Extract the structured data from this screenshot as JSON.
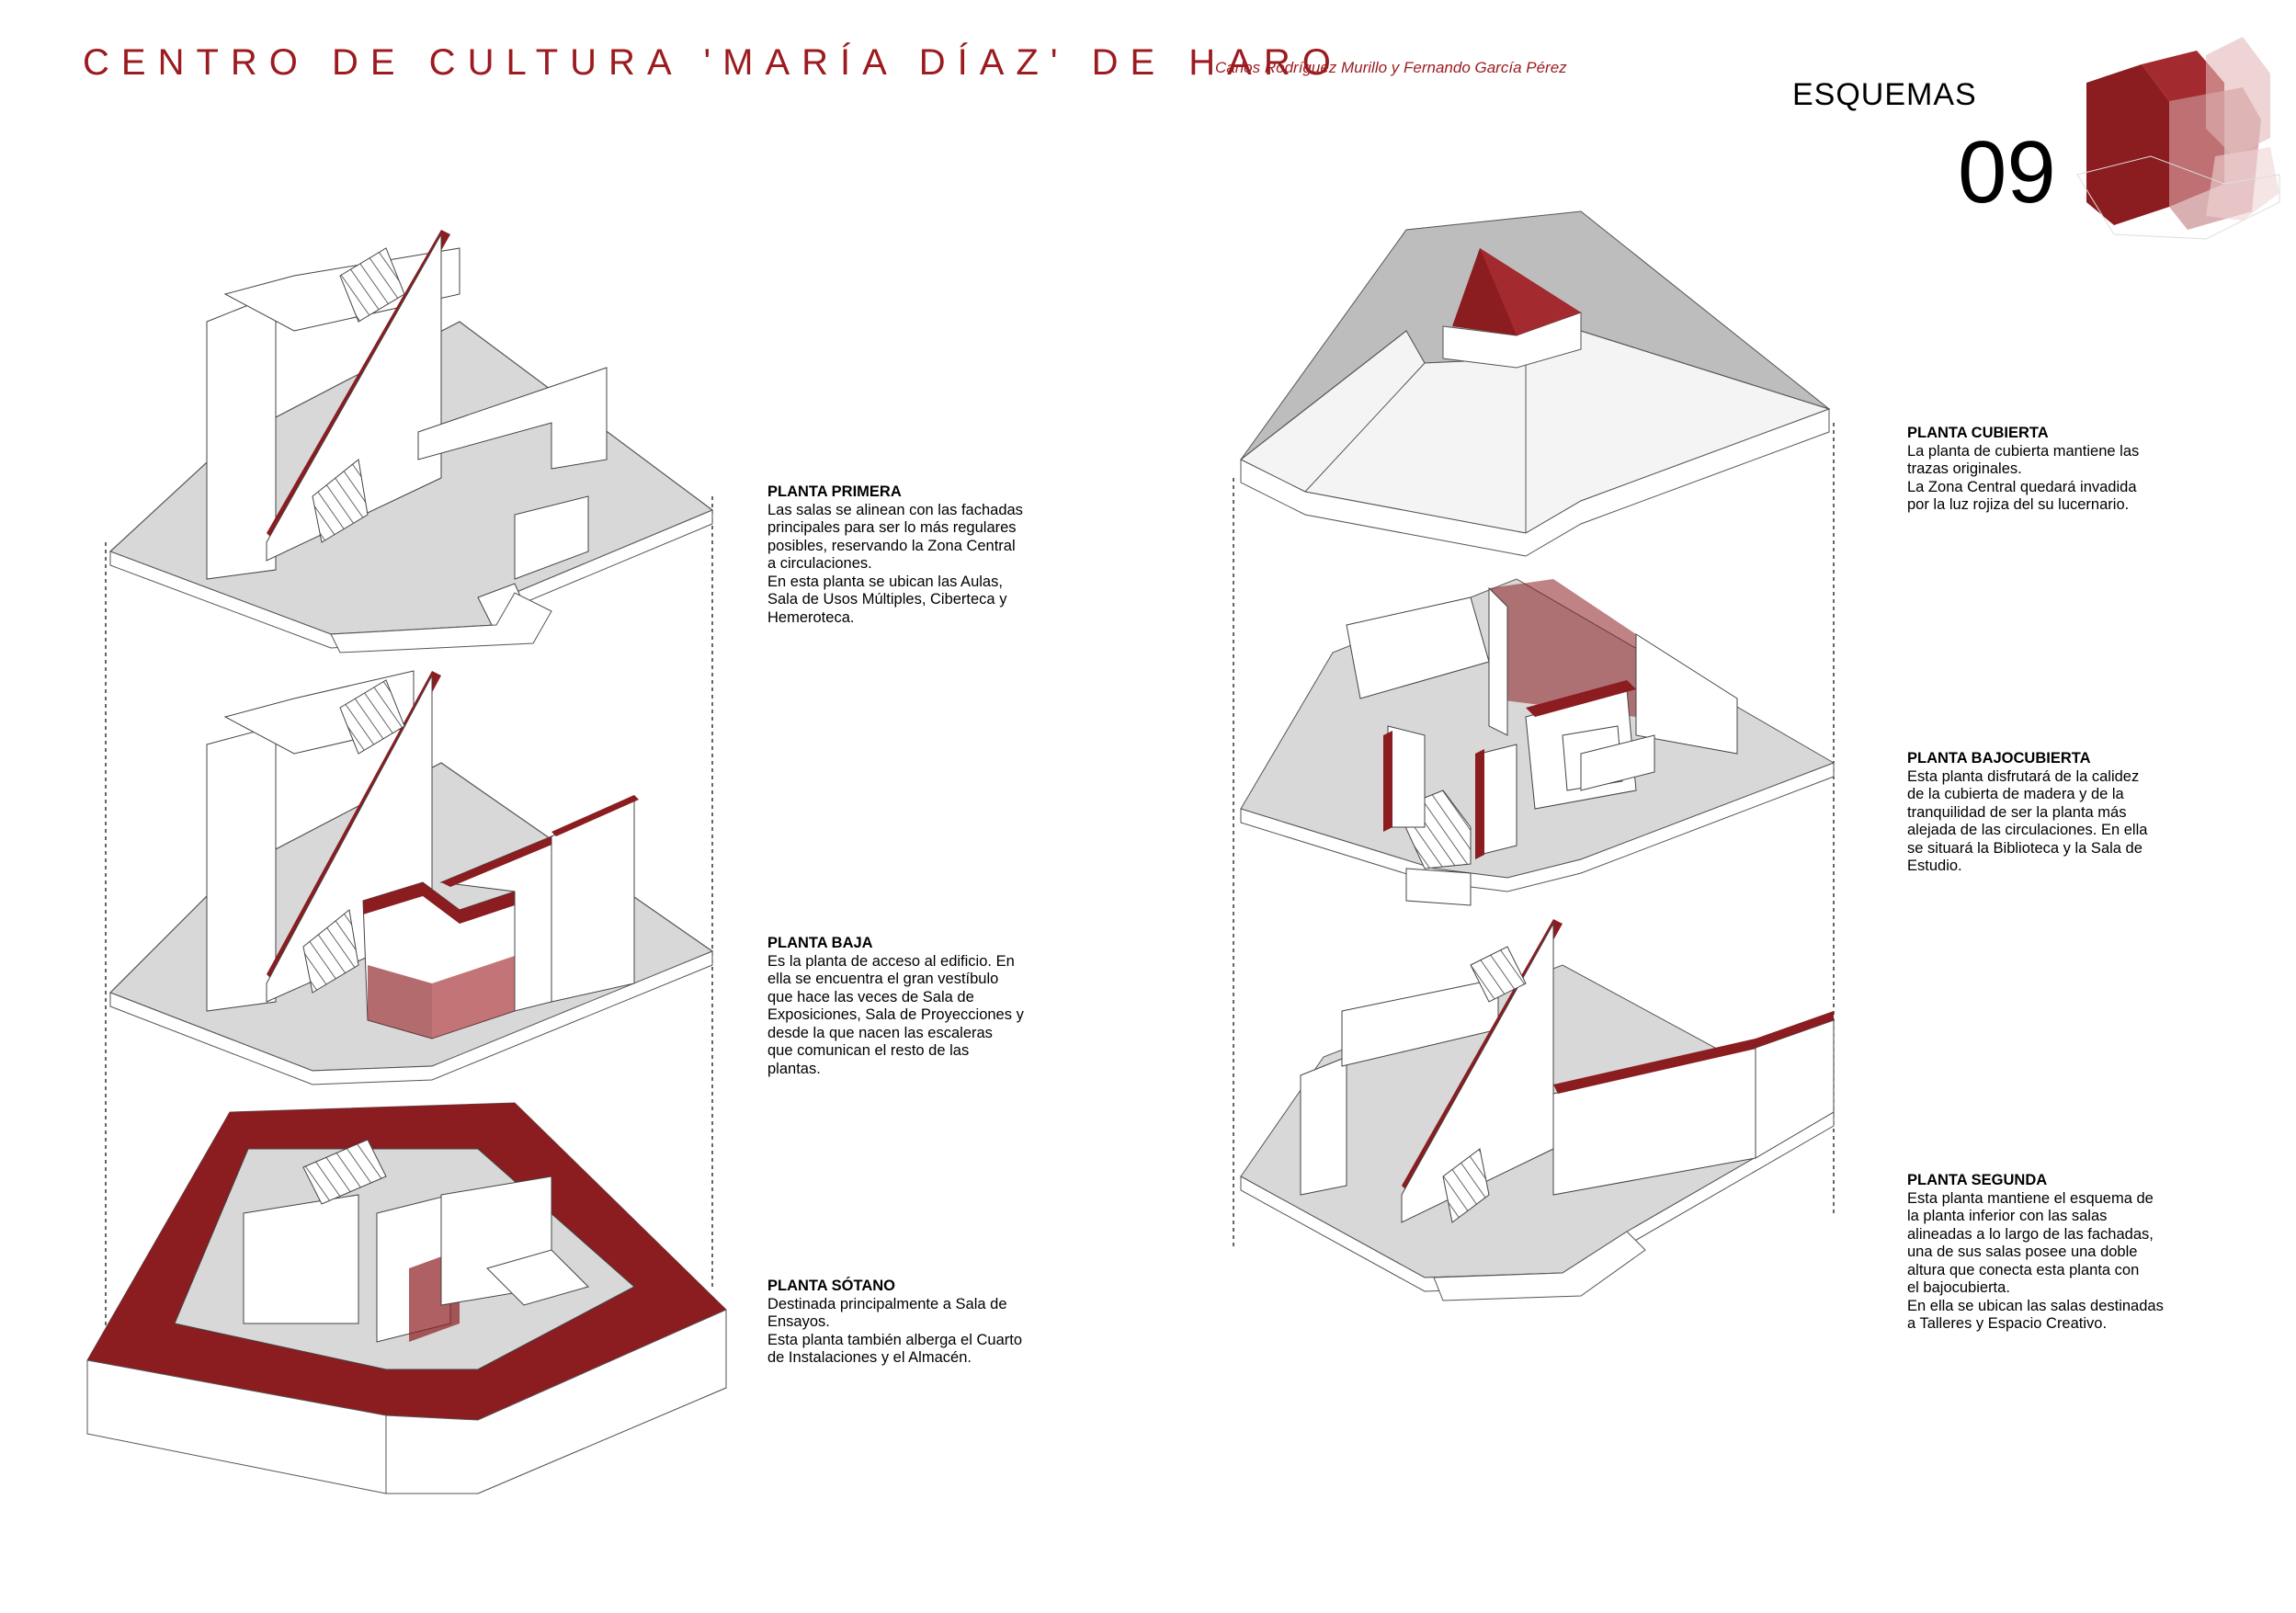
{
  "header": {
    "title": "CENTRO DE CULTURA 'MARÍA DÍAZ' DE HARO",
    "authors": "Carlos Rodríguez Murillo y Fernando García Pérez",
    "section": "ESQUEMAS",
    "number": "09"
  },
  "colors": {
    "accent": "#8b1c20",
    "wall": "#ffffff",
    "floor": "#dcdcdc",
    "roof": "#bdbdbd"
  },
  "descriptions": [
    {
      "id": "primera",
      "heading": "PLANTA PRIMERA",
      "text": "Las salas se alinean con las fachadas\nprincipales para ser lo más regulares\nposibles, reservando la Zona Central\na circulaciones.\nEn esta planta se ubican las Aulas,\nSala de Usos Múltiples, Ciberteca y\nHemeroteca."
    },
    {
      "id": "baja",
      "heading": "PLANTA BAJA",
      "text": "Es la planta de acceso al edificio. En\nella se encuentra el gran vestíbulo\nque hace las veces de Sala de\nExposiciones, Sala de Proyecciones y\ndesde la que nacen las escaleras\nque comunican el resto de las\nplantas."
    },
    {
      "id": "sotano",
      "heading": "PLANTA SÓTANO",
      "text": "Destinada principalmente a Sala de\nEnsayos.\nEsta planta también alberga el Cuarto\nde Instalaciones y el Almacén."
    },
    {
      "id": "cubierta",
      "heading": "PLANTA CUBIERTA",
      "text": "La planta de cubierta mantiene las\ntrazas originales.\nLa Zona Central quedará invadida\npor la luz rojiza del su lucernario."
    },
    {
      "id": "bajocubierta",
      "heading": "PLANTA BAJOCUBIERTA",
      "text": "Esta planta disfrutará de la calidez\nde la cubierta de madera y de la\ntranquilidad de ser la planta más\nalejada de las circulaciones. En ella\nse situará la Biblioteca y la Sala de\nEstudio."
    },
    {
      "id": "segunda",
      "heading": "PLANTA SEGUNDA",
      "text": "Esta planta mantiene el esquema de\nla planta inferior con las salas\nalineadas a lo largo de las fachadas,\nuna de sus salas posee una doble\naltura que conecta esta planta con\nel bajocubierta.\nEn ella se ubican las salas destinadas\na Talleres y Espacio Creativo."
    }
  ]
}
